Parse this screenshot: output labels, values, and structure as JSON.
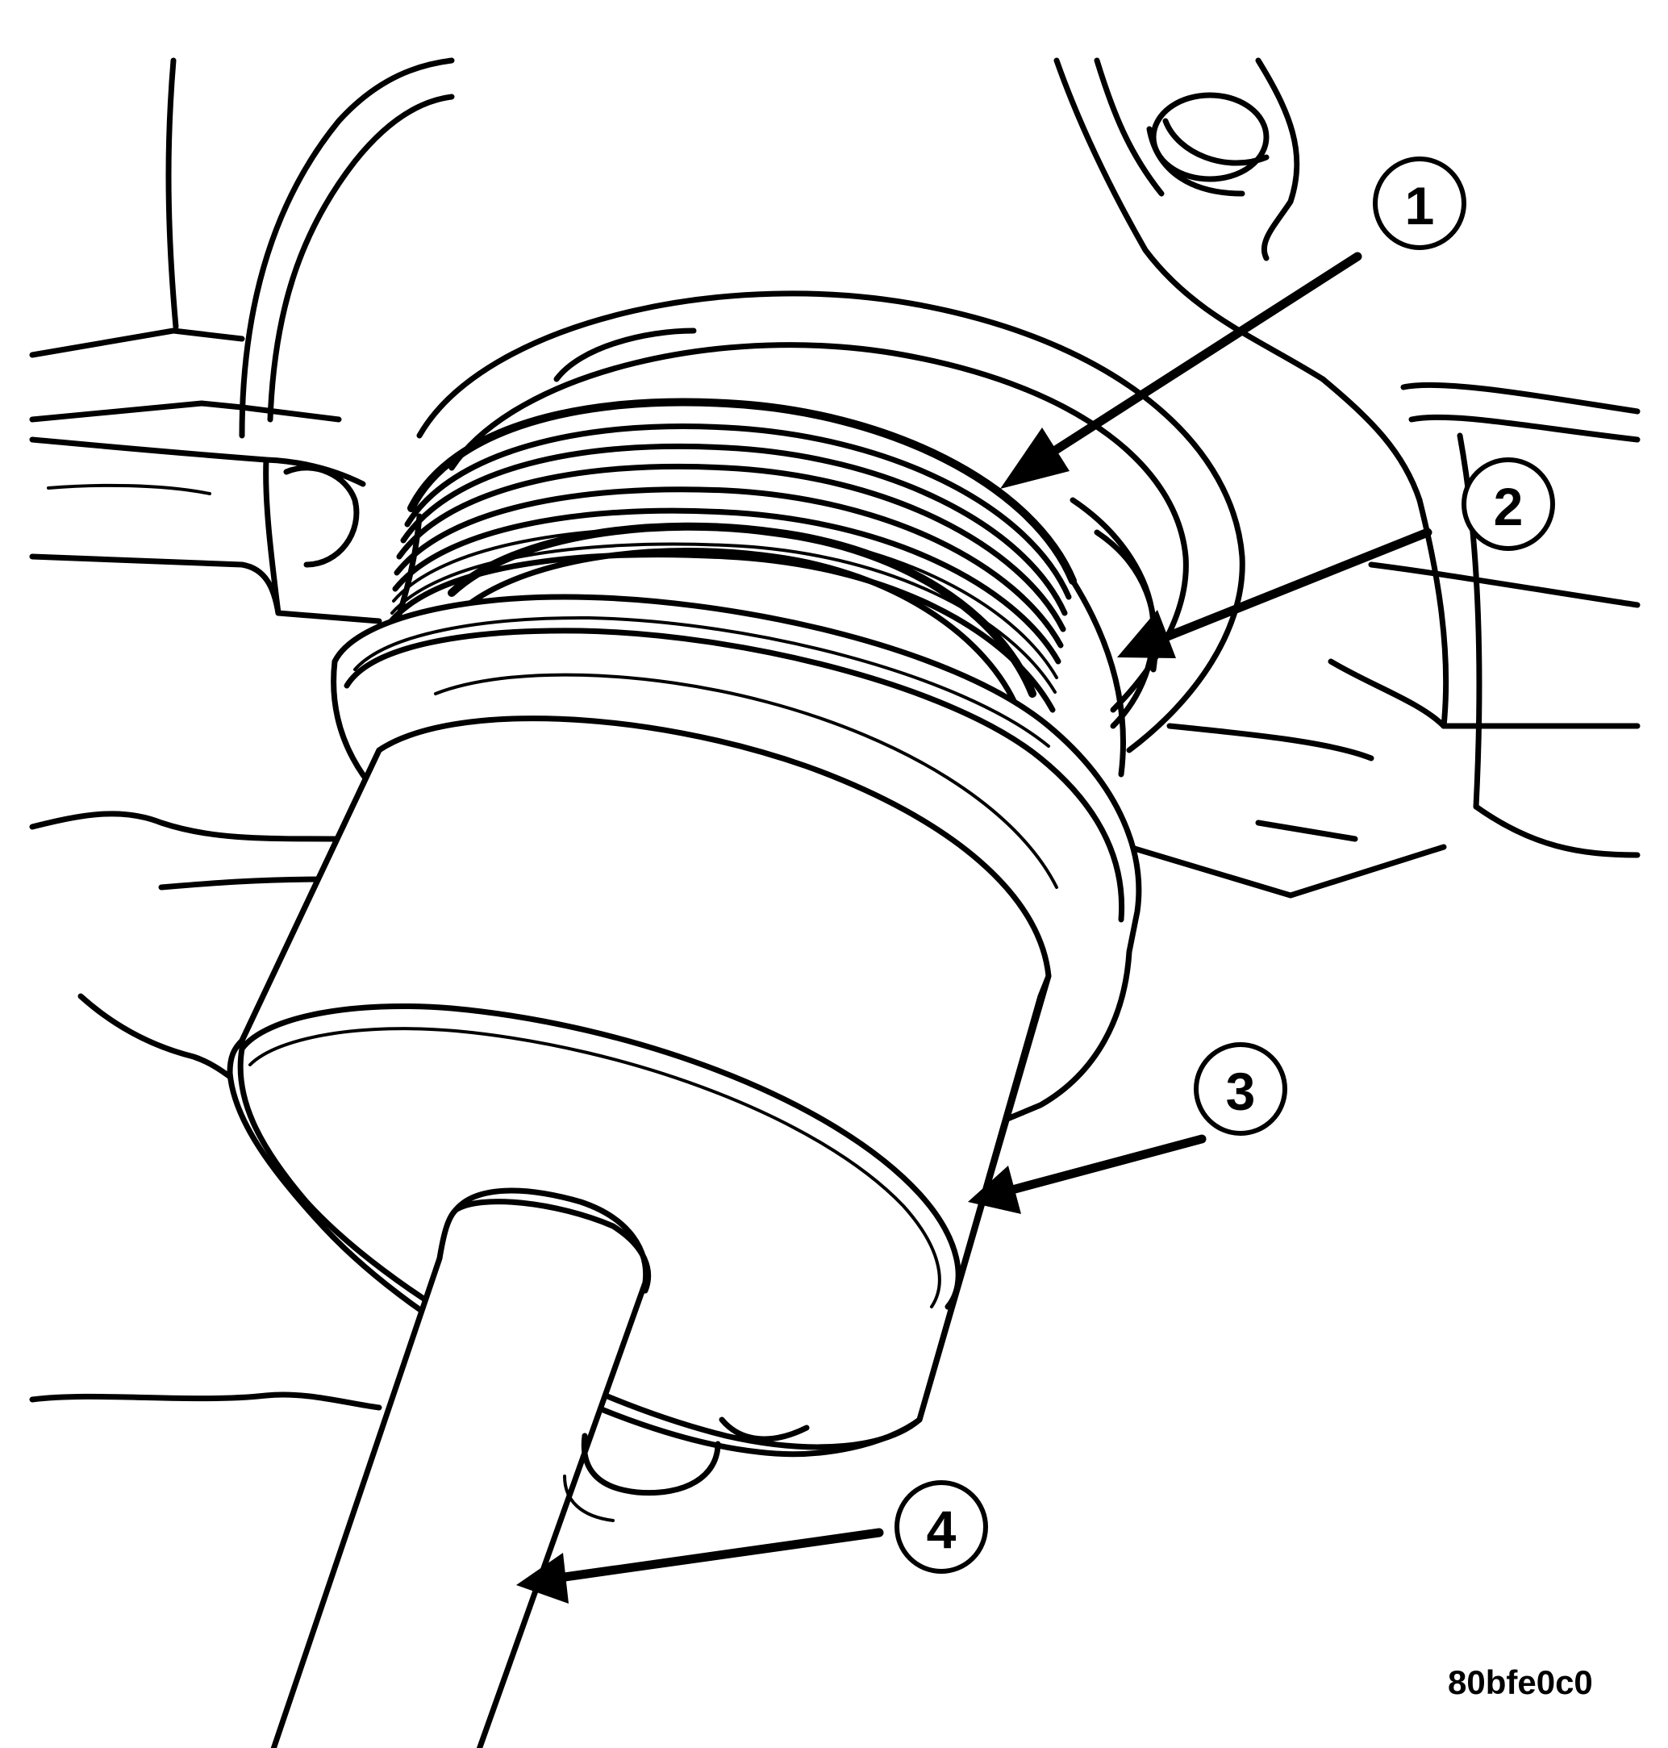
{
  "figure": {
    "figure_id": "80bfe0c0"
  },
  "callouts": [
    {
      "label": "1"
    },
    {
      "label": "2"
    },
    {
      "label": "3"
    },
    {
      "label": "4"
    }
  ],
  "colors": {
    "line": "#000000",
    "background": "#ffffff"
  }
}
